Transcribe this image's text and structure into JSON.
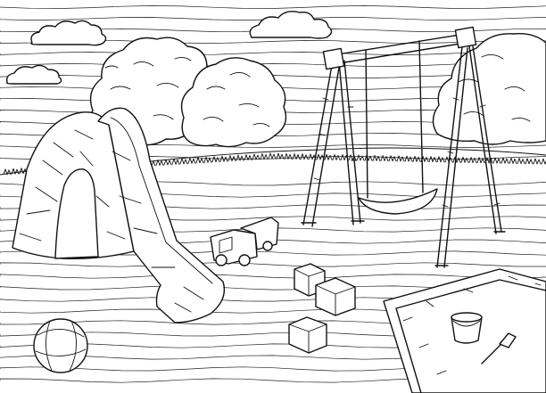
{
  "scene": {
    "style": "black-and-white line-art coloring page",
    "ink_color": "#111111",
    "paper_color": "#ffffff",
    "objects": [
      {
        "name": "cloud-left"
      },
      {
        "name": "cloud-small-left"
      },
      {
        "name": "cloud-center"
      },
      {
        "name": "bush-tree-left"
      },
      {
        "name": "bush-tree-center"
      },
      {
        "name": "bush-tree-right"
      },
      {
        "name": "slide"
      },
      {
        "name": "swing-set"
      },
      {
        "name": "toy-truck"
      },
      {
        "name": "toy-block-top"
      },
      {
        "name": "toy-block-front"
      },
      {
        "name": "toy-block-bottom"
      },
      {
        "name": "beach-ball"
      },
      {
        "name": "sandbox"
      },
      {
        "name": "toy-bucket"
      },
      {
        "name": "toy-shovel"
      }
    ]
  }
}
